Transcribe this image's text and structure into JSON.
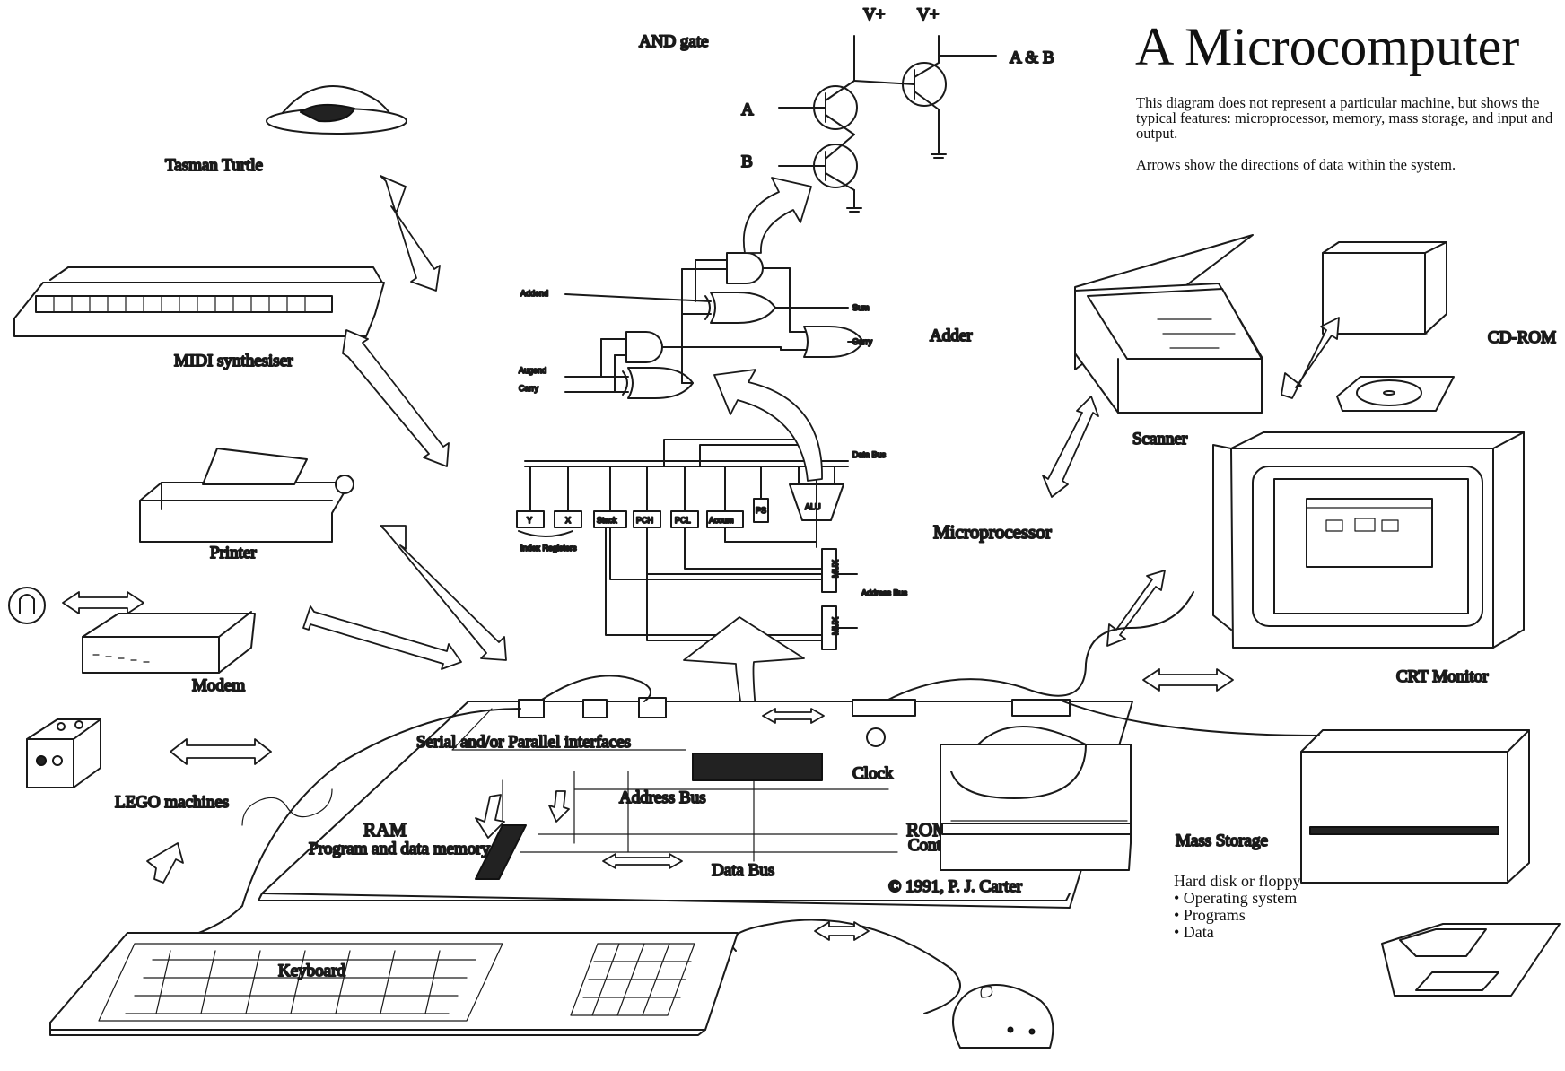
{
  "title": "A Microcomputer",
  "description": [
    "This diagram does not represent a particular machine, but shows the typical features: microprocessor, memory, mass storage, and input and output.",
    "Arrows show the directions of data within the system."
  ],
  "labels": {
    "and_gate": "AND gate",
    "v_plus_1": "V+",
    "v_plus_2": "V+",
    "a_and_b": "A & B",
    "input_a": "A",
    "input_b": "B",
    "adder": "Adder",
    "microprocessor": "Microprocessor",
    "tasman_turtle": "Tasman Turtle",
    "midi_synthesiser": "MIDI synthesiser",
    "printer": "Printer",
    "modem": "Modem",
    "lego_machines": "LEGO machines",
    "scanner": "Scanner",
    "cd_rom": "CD-ROM",
    "crt_monitor": "CRT Monitor",
    "serial_parallel": "Serial and/or Parallel interfaces",
    "address_bus": "Address Bus",
    "clock": "Clock",
    "ram": "RAM",
    "ram_sub": "Program and data memory",
    "rom": "ROM",
    "rom_sub": "Control memory",
    "data_bus": "Data Bus",
    "mass_storage": "Mass Storage",
    "keyboard": "Keyboard",
    "copyright": "© 1991, P. J. Carter"
  },
  "mass_storage_list": [
    "Hard disk or floppy",
    "• Operating system",
    "• Programs",
    "• Data"
  ],
  "adder_labels": {
    "addend": "Addend",
    "augend": "Augend",
    "carry_in": "Carry",
    "sum": "Sum",
    "carry_out": "Carry"
  },
  "cpu_labels": {
    "data_bus": "Data Bus",
    "address_bus": "Address Bus",
    "index_registers": "Index Registers",
    "registers": [
      "Y",
      "X",
      "Stack",
      "PCH",
      "PCL",
      "Accum",
      "PS"
    ],
    "alu": "ALU",
    "mux": "MUX"
  }
}
